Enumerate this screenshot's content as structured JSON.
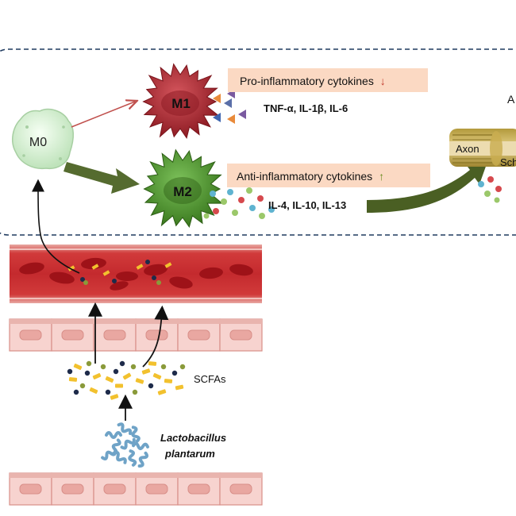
{
  "macrophages": {
    "m0": "M0",
    "m1": "M1",
    "m2": "M2"
  },
  "pro_inflammatory": {
    "label": "Pro-inflammatory cytokines",
    "arrow": "↓",
    "cytokines": "TNF-α, IL-1β,  IL-6",
    "arrow_color": "#c0392b"
  },
  "anti_inflammatory": {
    "label": "Anti-inflammatory cytokines",
    "arrow": "↑",
    "cytokines": "IL-4, IL-10, IL-13",
    "arrow_color": "#6b8e23"
  },
  "nerve": {
    "axon": "Axon",
    "schwann_partial": "Sch",
    "cut_label": "A"
  },
  "gut": {
    "scfas": "SCFAs",
    "bacteria_line1": "Lactobacillus",
    "bacteria_line2": "plantarum"
  },
  "colors": {
    "box_border": "#1f3a5f",
    "m1": "#a8262e",
    "m2": "#4a8a2a",
    "m0": "#d8efd6",
    "label_bg": "#fbd9c3",
    "big_arrow": "#556b2f",
    "vessel": "#c8282e",
    "epithelium": "#f4c7c3",
    "bacteria": "#6fa3c7"
  }
}
